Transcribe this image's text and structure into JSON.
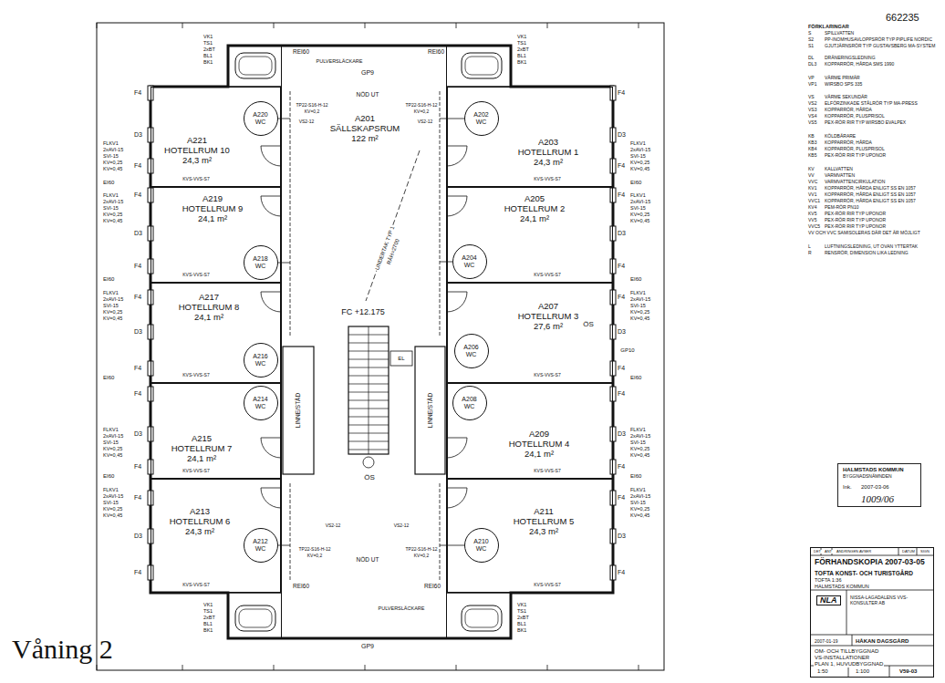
{
  "diagram": {
    "nodes": [
      {
        "text": [
          "A201",
          "SÄLLSKAPSRUM",
          "122 m²"
        ]
      },
      {
        "text": [
          "A221",
          "HOTELLRUM 10",
          "24,3 m²"
        ]
      },
      {
        "text": [
          "A220",
          "WC"
        ],
        "in": 1
      },
      {
        "text": [
          "A219",
          "HOTELLRUM 9",
          "24,1 m²"
        ]
      },
      {
        "text": [
          "A218",
          "WC"
        ],
        "in": 3
      },
      {
        "text": [
          "A217",
          "HOTELLRUM 8",
          "24,1 m²"
        ]
      },
      {
        "text": [
          "A216",
          "WC"
        ],
        "in": 5
      },
      {
        "text": [
          "A215",
          "HOTELLRUM 7",
          "24,1 m²"
        ]
      },
      {
        "text": [
          "A214",
          "WC"
        ],
        "in": 7
      },
      {
        "text": [
          "A213",
          "HOTELLRUM 6",
          "24,3 m²"
        ]
      },
      {
        "text": [
          "A212",
          "WC"
        ],
        "in": 9
      },
      {
        "text": [
          "A203",
          "HOTELLRUM 1",
          "24,3 m²"
        ]
      },
      {
        "text": [
          "A202",
          "WC"
        ],
        "in": 11
      },
      {
        "text": [
          "A205",
          "HOTELLRUM 2",
          "24,1 m²"
        ]
      },
      {
        "text": [
          "A204",
          "WC"
        ],
        "in": 13
      },
      {
        "text": [
          "A207",
          "HOTELLRUM 3",
          "27,6 m²"
        ]
      },
      {
        "text": [
          "A206",
          "WC"
        ],
        "in": 15
      },
      {
        "text": [
          "A209",
          "HOTELLRUM 4",
          "24,1 m²"
        ]
      },
      {
        "text": [
          "A208",
          "WC"
        ],
        "in": 17
      },
      {
        "text": [
          "A211",
          "HOTELLRUM 5",
          "24,3 m²"
        ]
      },
      {
        "text": [
          "A210",
          "WC"
        ],
        "in": 19
      },
      {
        "text": [
          "HALMSTADS KOMMUN",
          "BYGGNADSNÄMNDEN",
          "Ink.",
          "2007-03-06",
          "1009/06"
        ]
      },
      {
        "text": [
          "DET",
          "ANT",
          "ÄNDRINGEN AVSER",
          "DATUM",
          "SIGN",
          "FÖRHANDSKOPIA 2007-03-05",
          "TOFTA KONST- OCH TURISTGÅRD",
          "TOFTA 1:36",
          "HALMSTADS KOMMUN",
          "NLA",
          "NISSA-LAGADALENS VVS-KONSULTER AB",
          "2007-01-19",
          "HÅKAN DAGSGÅRD",
          "OM- OCH TILLBYGGNAD",
          "VS-INSTALLATIONER",
          "PLAN 1, HUVUDBYGGNAD",
          "1:50",
          "1:100",
          "V59-03"
        ]
      }
    ],
    "labels": [
      "662235",
      "FÖRKLARINGAR",
      "S",
      "SPILLVATTEN",
      "S2",
      "PP-INOMHUSAVLOPPSRÖR TYP PIPLIFE NORDIC",
      "S1",
      "GJUTJÄRNSRÖR TYP GUSTAVSBERG MA-SYSTEM",
      "DL",
      "DRÄNERINGSLEDNING",
      "DL3",
      "KOPPARRÖR, HÅRDA SMS 1990",
      "VP",
      "VÄRME PRIMÄR",
      "VP1",
      "WIRSBO SPS 335",
      "VS",
      "VÄRME SEKUNDÄR",
      "VS2",
      "ELFÖRZINKADE STÅLRÖR TYP MA-PRESS",
      "VS3",
      "KOPPARRÖR, HÅRDA",
      "VS4",
      "KOPPARRÖR, PLUSPRISOL",
      "VS5",
      "PEX-RÖR RIR TYP WIRSBO EVALPEX",
      "KB",
      "KÖLDBÄRARE",
      "KB3",
      "KOPPARRÖR, HÅRDA",
      "KB4",
      "KOPPARRÖR, PLUSPRISOL",
      "KB5",
      "PEX-RÖR RIR TYP UPONOR",
      "KV",
      "KALLVATTEN",
      "VV",
      "VARMVATTEN",
      "VVC",
      "VARMVATTENCIRKULATION",
      "KV1",
      "KOPPARRÖR, HÅRDA ENLIGT SS EN 1057",
      "VV1",
      "KOPPARRÖR, HÅRDA ENLIGT SS EN 1057",
      "VVC1",
      "KOPPARRÖR, HÅRDA ENLIGT SS EN 1057",
      "KV4",
      "PEM-RÖR PN10",
      "KV5",
      "PEX-RÖR RIR TYP UPONOR",
      "VV5",
      "PEX-RÖR RIR TYP UPONOR",
      "VVC5",
      "PEX-RÖR RIR TYP UPONOR",
      "VV OCH VVC SAMISOLERAS DÄR DET ÄR MÖJLIGT",
      "L",
      "LUFTNINGSLEDNING, UT OVAN YTTERTAK",
      "R",
      "RENSRÖR, DIMENSION LIKA LEDNING",
      "GP9",
      "PULVERSLÄCKARE",
      "REI60",
      "REI60",
      "NÖD UT",
      "TP22-S16-H-12",
      "KV=0,2",
      "VS2-12",
      "TP22-S16-H-12",
      "KV=0,2",
      "VS2-12",
      "UNDERTAK TYP 1",
      "RÅH=2700",
      "FC +12.175",
      "ÖS",
      "LINNE/STÄD",
      "LINNE/STÄD",
      "EL",
      "VS2-12",
      "VS2-12",
      "TP22-S16-H-12",
      "KV=0,2",
      "TP22-S16-H-12",
      "KV=0,2",
      "NÖD UT",
      "REI60",
      "REI60",
      "PULVERSLÄCKARE",
      "GP9",
      "ÖS",
      "GP10",
      "Våning 2",
      "VK1",
      "TS1",
      "2xBT",
      "BL1",
      "BK1",
      "VK1",
      "TS1",
      "2xBT",
      "BL1",
      "BK1",
      "VK1",
      "TS1",
      "2xBT",
      "BL1",
      "BK1",
      "VK1",
      "TS1",
      "2xBT",
      "BL1",
      "BK1",
      "FLKV1",
      "2xAVI-15",
      "SVI-15",
      "KV=0,25",
      "KV=0,45",
      "FLKV1",
      "2xAVI-15",
      "SVI-15",
      "KV=0,25",
      "KV=0,45",
      "FLKV1",
      "2xAVI-15",
      "SVI-15",
      "KV=0,25",
      "KV=0,45",
      "FLKV1",
      "2xAVI-15",
      "SVI-15",
      "KV=0,25",
      "KV=0,45",
      "FLKV1",
      "2xAVI-15",
      "SVI-15",
      "KV=0,25",
      "KV=0,45",
      "FLKV1",
      "2xAVI-15",
      "SVI-15",
      "KV=0,25",
      "KV=0,45",
      "FLKV1",
      "2xAVI-15",
      "SVI-15",
      "KV=0,25",
      "KV=0,45",
      "FLKV1",
      "2xAVI-15",
      "SVI-15",
      "KV=0,25",
      "KV=0,45",
      "FLKV1",
      "2xAVI-15",
      "SVI-15",
      "KV=0,25",
      "KV=0,45",
      "FLKV1",
      "2xAVI-15",
      "SVI-15",
      "KV=0,25",
      "KV=0,45",
      "F4",
      "F4",
      "F4",
      "F4",
      "F4",
      "F4",
      "F4",
      "F4",
      "F4",
      "F4",
      "D3",
      "D3",
      "D3",
      "D3",
      "D3",
      "EI60",
      "EI60",
      "EI60",
      "EI60",
      "F4",
      "F4",
      "F4",
      "F4",
      "F4",
      "F4",
      "F4",
      "F4",
      "F4",
      "F4",
      "D3",
      "D3",
      "D3",
      "D3",
      "D3",
      "EI60",
      "EI60",
      "EI60",
      "EI60",
      "KVS-VVS-S7",
      "KVS-VVS-S7",
      "KVS-VVS-S7",
      "KVS-VVS-S7",
      "KVS-VVS-S7",
      "KVS-VVS-S7",
      "KVS-VVS-S7",
      "KVS-VVS-S7",
      "KVS-VVS-S7",
      "KVS-VVS-S7"
    ]
  }
}
